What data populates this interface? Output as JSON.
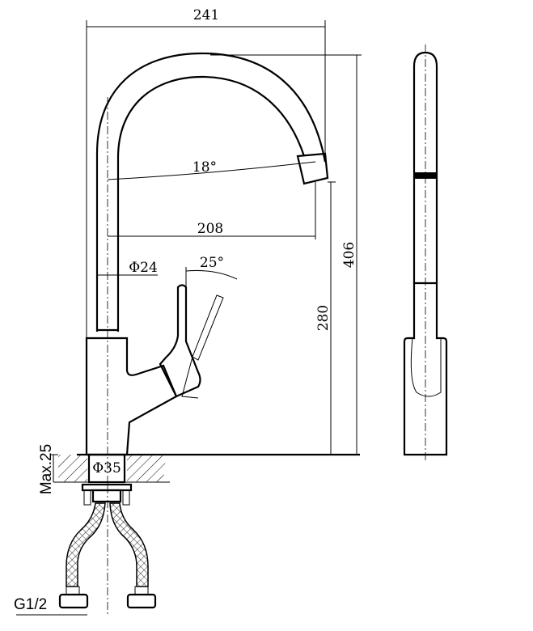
{
  "title": "Kitchen faucet dimension drawing",
  "dimensions": {
    "overall_width": "241",
    "spout_angle": "18°",
    "spout_reach": "208",
    "tube_diameter": "Φ24",
    "lever_angle": "25°",
    "overall_height": "406",
    "spout_height": "280",
    "max_counter_thickness": "Max.25",
    "mount_hole_diameter": "Φ35",
    "connection_thread": "G1/2"
  },
  "colors": {
    "line": "#000000",
    "background": "#ffffff"
  }
}
